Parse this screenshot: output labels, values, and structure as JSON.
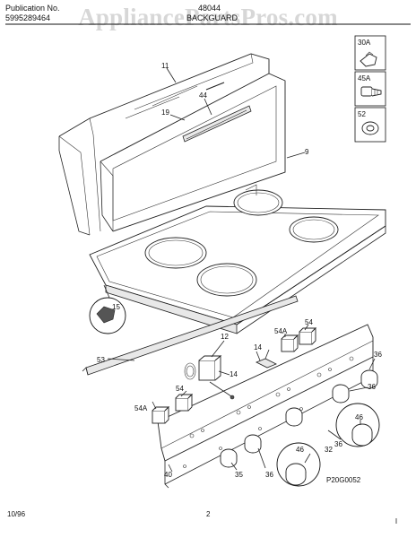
{
  "header": {
    "publication_label": "Publication No.",
    "publication_number": "5995289464",
    "model": "48044",
    "section": "BACKGUARD",
    "watermark": "AppliancePartsPros.com"
  },
  "legend_boxes": [
    {
      "label": "30A"
    },
    {
      "label": "45A"
    },
    {
      "label": "52"
    }
  ],
  "callouts": [
    {
      "id": "c11",
      "text": "11"
    },
    {
      "id": "c44",
      "text": "44"
    },
    {
      "id": "c19",
      "text": "19"
    },
    {
      "id": "c9",
      "text": "9"
    },
    {
      "id": "c15",
      "text": "15"
    },
    {
      "id": "c53",
      "text": "53"
    },
    {
      "id": "c12",
      "text": "12"
    },
    {
      "id": "c14a",
      "text": "14"
    },
    {
      "id": "c14b",
      "text": "14"
    },
    {
      "id": "c54a",
      "text": "54A"
    },
    {
      "id": "c54b",
      "text": "54"
    },
    {
      "id": "c54c",
      "text": "54"
    },
    {
      "id": "c54d",
      "text": "54A"
    },
    {
      "id": "c36a",
      "text": "36"
    },
    {
      "id": "c36b",
      "text": "36"
    },
    {
      "id": "c36c",
      "text": "36"
    },
    {
      "id": "c36d",
      "text": "36"
    },
    {
      "id": "c46a",
      "text": "46"
    },
    {
      "id": "c46b",
      "text": "46"
    },
    {
      "id": "c32",
      "text": "32"
    },
    {
      "id": "c40",
      "text": "40"
    },
    {
      "id": "c35",
      "text": "35"
    }
  ],
  "footer": {
    "date": "10/96",
    "page": "2",
    "drawing_code": "P20G0052"
  }
}
